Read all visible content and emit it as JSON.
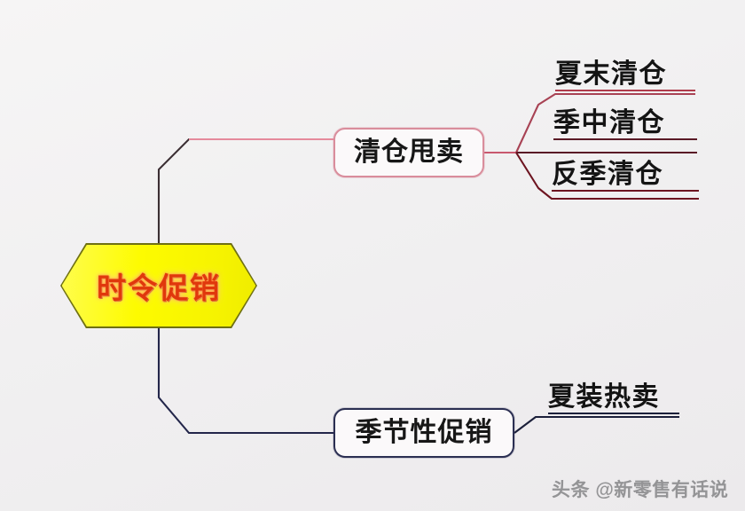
{
  "diagram": {
    "title_text": "时令促销",
    "background_color": "#f2f1f1",
    "root": {
      "label": "时令促销",
      "shape": "hexagon",
      "fill_color": "#fdfb00",
      "border_color": "#6f7012",
      "text_color": "#e0380c"
    },
    "branches": [
      {
        "id": "clearance",
        "label": "清仓甩卖",
        "border_color": "#d98d9c",
        "edge_color": "#d46a7d",
        "children": [
          {
            "id": "summer-end",
            "label": "夏末清仓",
            "underline_color": "#b03c4c"
          },
          {
            "id": "mid-season",
            "label": "季中清仓",
            "underline_color": "#5a1a26"
          },
          {
            "id": "off-season",
            "label": "反季清仓",
            "underline_color": "#6d1420"
          }
        ]
      },
      {
        "id": "seasonal",
        "label": "季节性促销",
        "border_color": "#2b2f52",
        "edge_color": "#23264a",
        "children": [
          {
            "id": "summer-wear",
            "label": "夏装热卖",
            "underline_color": "#1b1f3a"
          }
        ]
      }
    ]
  },
  "watermark": {
    "text": "头条 @新零售有话说"
  }
}
